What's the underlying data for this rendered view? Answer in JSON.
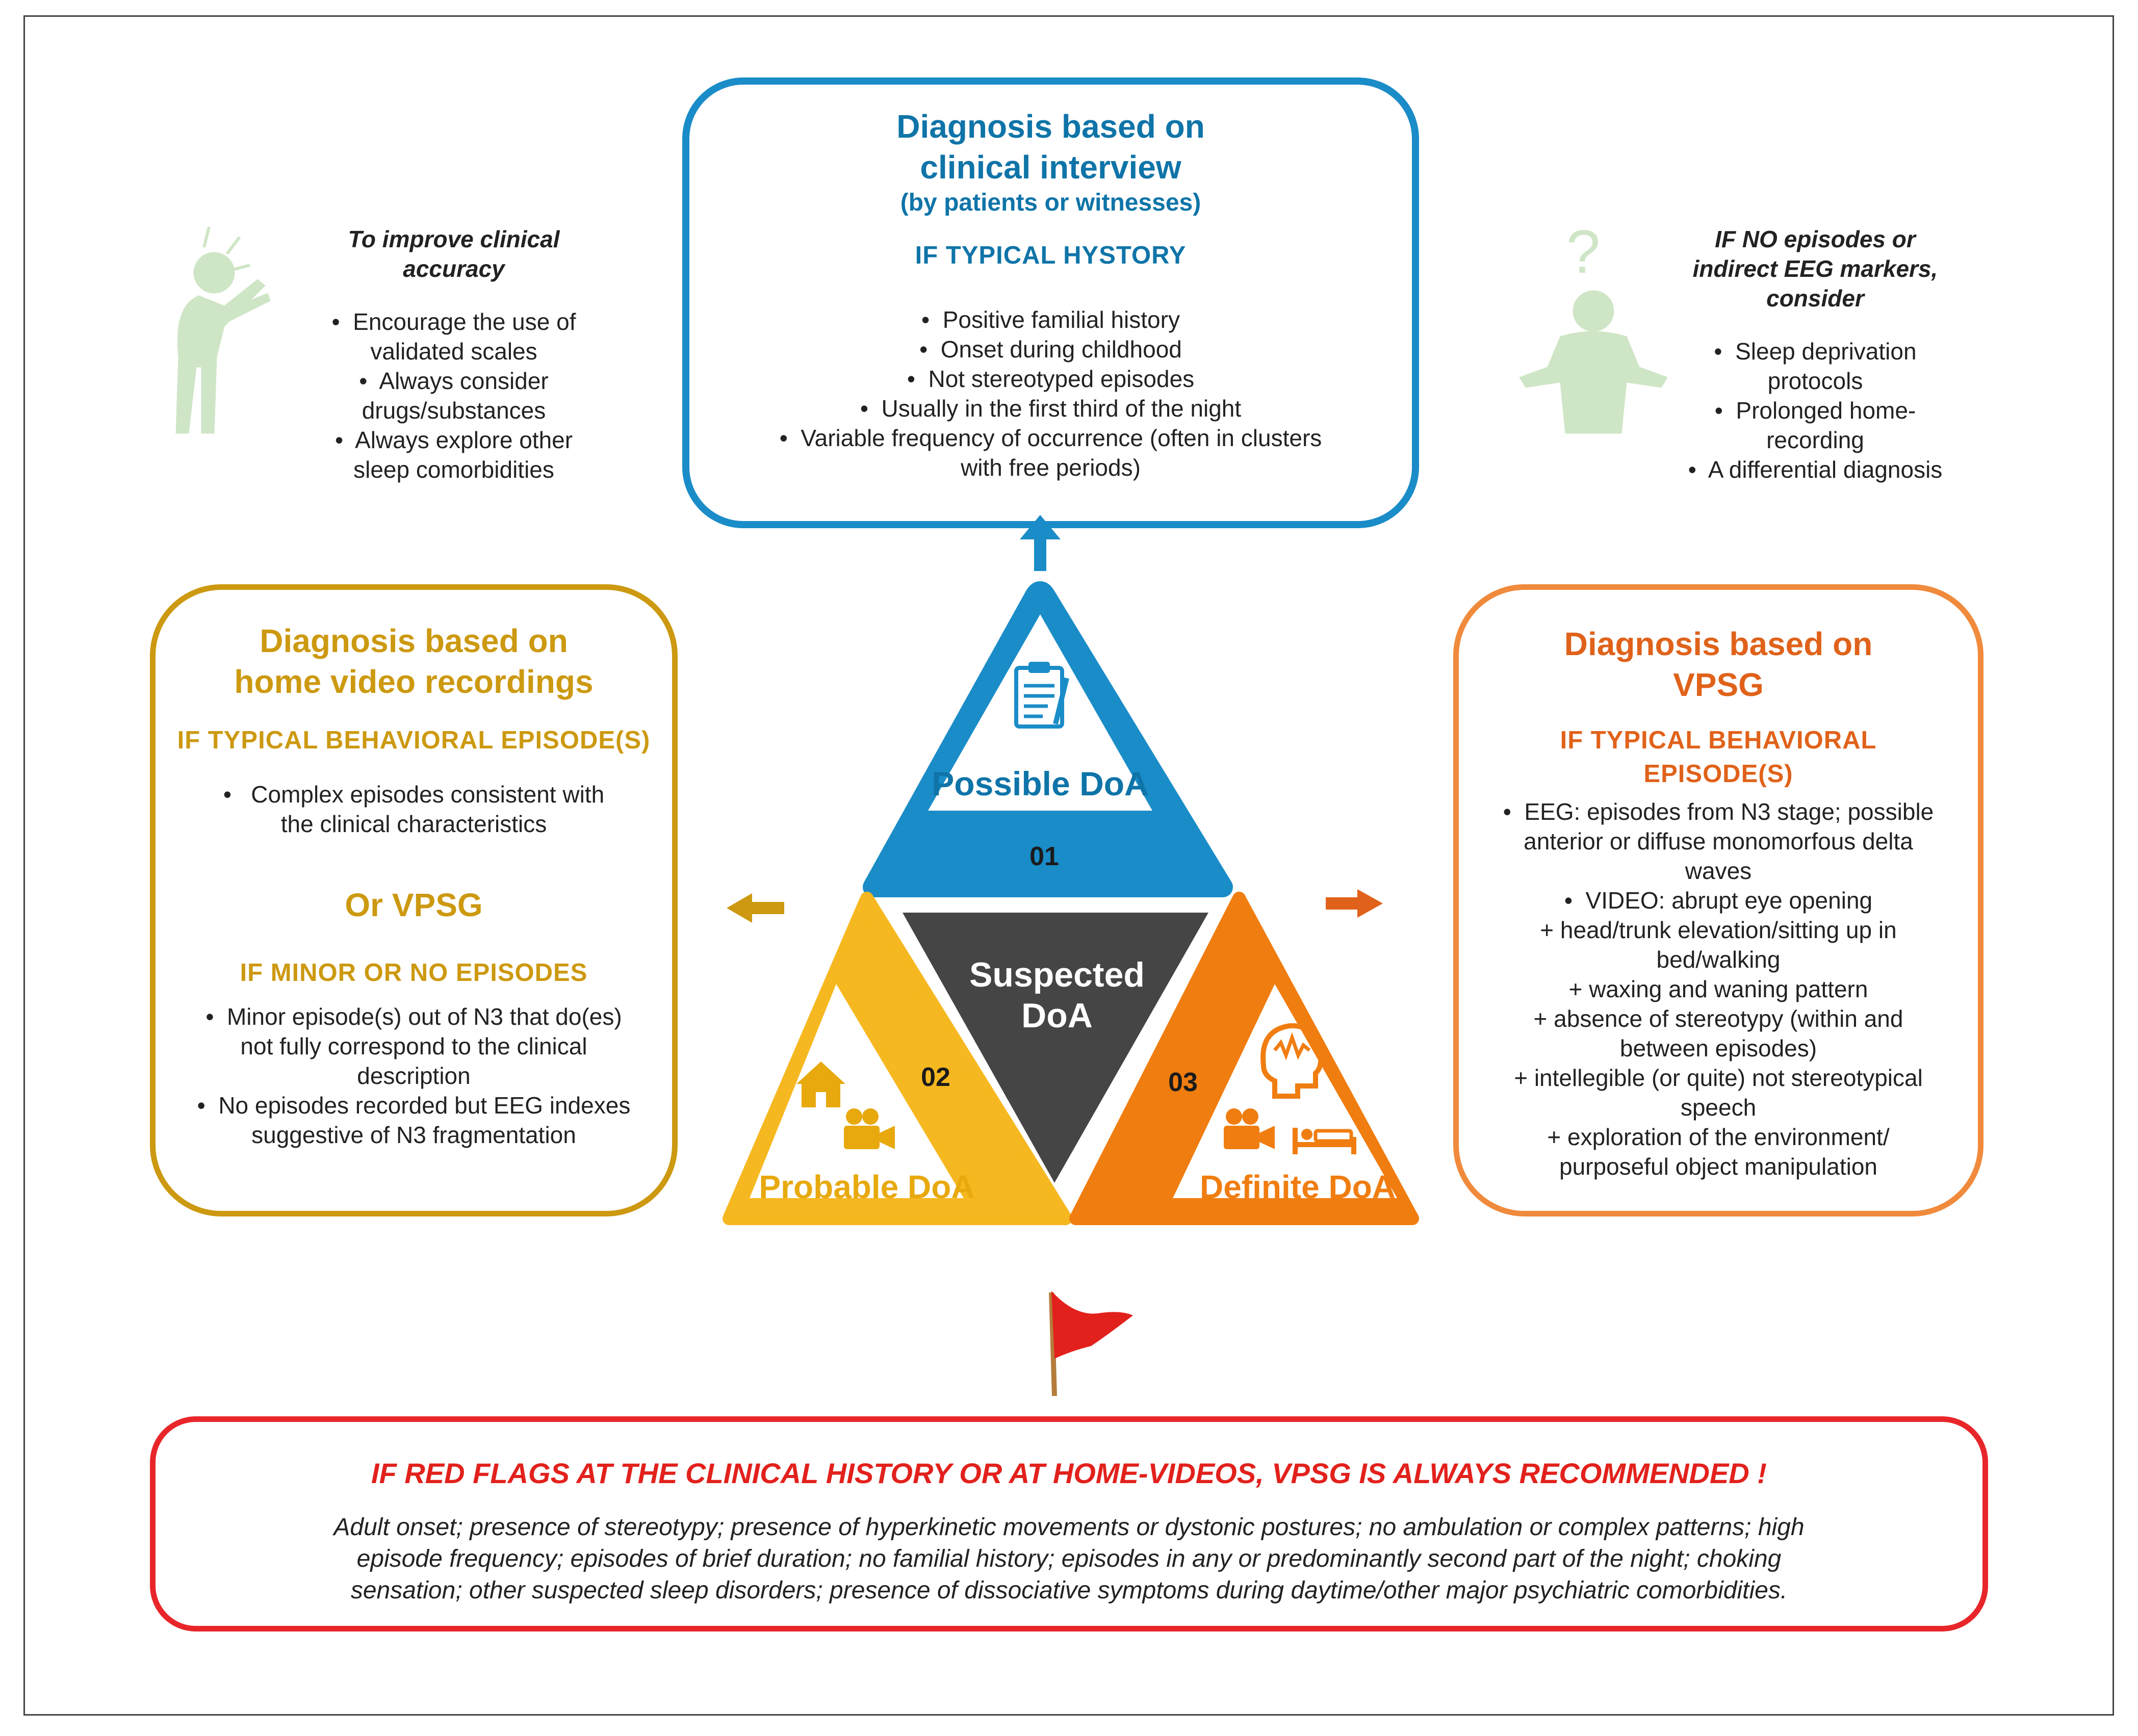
{
  "colors": {
    "blue": "#1a8cc8",
    "gold": "#f6b820",
    "orange": "#f07d10",
    "dark": "#454545",
    "red": "#e2211c",
    "green_figure": "#cfe6c6"
  },
  "top_box": {
    "title_line1": "Diagnosis based on",
    "title_line2": "clinical interview",
    "subtitle": "(by patients or witnesses)",
    "condition": "IF TYPICAL HYSTORY",
    "items": [
      "Positive familial history",
      "Onset during childhood",
      "Not stereotyped episodes",
      "Usually in the first third of the night",
      "Variable frequency of occurrence (often in clusters",
      "with free periods)"
    ]
  },
  "left_note": {
    "title_line1": "To improve clinical",
    "title_line2": "accuracy",
    "items": [
      "Encourage the use of",
      "validated scales",
      "Always consider",
      "drugs/substances",
      "Always explore other",
      "sleep comorbidities"
    ]
  },
  "right_note": {
    "title_line1": "IF NO episodes or",
    "title_line2": "indirect EEG markers,",
    "title_line3": "consider",
    "items": [
      "Sleep deprivation",
      "protocols",
      "Prolonged home-",
      "recording",
      "A differential diagnosis"
    ]
  },
  "left_box": {
    "title_line1": "Diagnosis based on",
    "title_line2": "home video recordings",
    "condition1": "IF TYPICAL BEHAVIORAL EPISODE(S)",
    "items1": [
      "Complex episodes consistent with",
      "the clinical characteristics"
    ],
    "or_label": "Or VPSG",
    "condition2": "IF MINOR OR NO EPISODES",
    "items2": [
      "Minor episode(s) out of N3 that do(es)",
      "not fully correspond to the clinical",
      "description",
      "No episodes recorded but EEG indexes",
      "suggestive of N3 fragmentation"
    ]
  },
  "right_box": {
    "title_line1": "Diagnosis based on",
    "title_line2": "VPSG",
    "condition_line1": "IF TYPICAL BEHAVIORAL",
    "condition_line2": "EPISODE(S)",
    "items": [
      "EEG: episodes from N3 stage; possible",
      "anterior or diffuse monomorfous delta",
      "waves",
      "VIDEO: abrupt eye opening",
      "+ head/trunk elevation/sitting up in",
      "bed/walking",
      "+ waxing and waning pattern",
      "+ absence of stereotypy (within and",
      "between episodes)",
      "+ intellegible (or quite) not stereotypical",
      "speech",
      "+ exploration of the environment/",
      "purposeful object manipulation"
    ]
  },
  "triangle": {
    "possible_label": "Possible DoA",
    "number_01": "01",
    "suspected_line1": "Suspected",
    "suspected_line2": "DoA",
    "number_02": "02",
    "probable_label": "Probable DoA",
    "number_03": "03",
    "definite_label": "Definite DoA"
  },
  "icons": {
    "top": "clipboard-icon",
    "left_house": "house-icon",
    "left_camera": "video-camera-icon",
    "right_head": "brain-head-icon",
    "right_camera": "video-camera-icon",
    "right_bed": "bed-icon",
    "flag": "red-flag-icon",
    "left_figure": "person-shouting-icon",
    "right_figure": "person-questioning-icon"
  },
  "bottom_box": {
    "title": "IF RED FLAGS AT THE CLINICAL HISTORY OR AT HOME-VIDEOS, VPSG IS ALWAYS RECOMMENDED !",
    "text_line1": "Adult onset; presence of stereotypy; presence of hyperkinetic movements or dystonic postures; no ambulation or complex patterns; high",
    "text_line2": "episode frequency; episodes of brief duration; no familial history; episodes in any or predominantly second part of the night; choking",
    "text_line3": "sensation; other suspected sleep disorders; presence of dissociative symptoms during daytime/other major psychiatric comorbidities."
  }
}
